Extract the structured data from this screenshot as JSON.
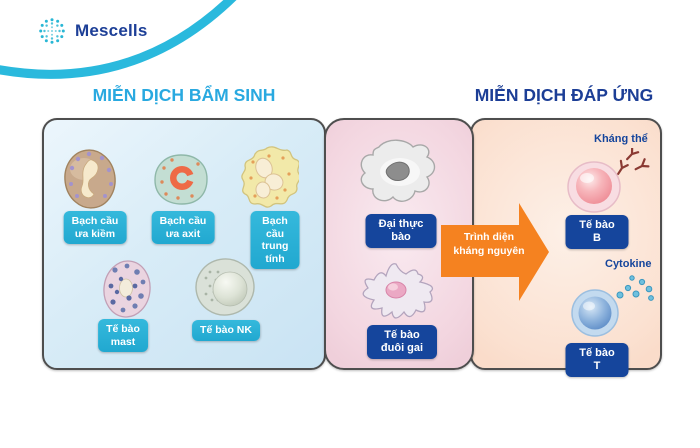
{
  "brand": {
    "name": "Mescells"
  },
  "headings": {
    "innate": "MIỄN DỊCH BẨM SINH",
    "adaptive": "MIỄN DỊCH ĐÁP ỨNG"
  },
  "arrow": {
    "label": "Trình diện\nkháng nguyên"
  },
  "innate_panel": {
    "cells": [
      {
        "name": "basophil",
        "label": "Bạch cầu\nưa kiềm"
      },
      {
        "name": "eosinophil",
        "label": "Bạch cầu\nưa axit"
      },
      {
        "name": "neutrophil",
        "label": "Bạch cầu\ntrung tính"
      },
      {
        "name": "mast-cell",
        "label": "Tế bào\nmast"
      },
      {
        "name": "nk-cell",
        "label": "Tế bào NK"
      }
    ]
  },
  "apc_panel": {
    "cells": [
      {
        "name": "macrophage",
        "label": "Đại thực bào"
      },
      {
        "name": "dendritic-cell",
        "label": "Tế bào đuôi gai"
      }
    ]
  },
  "adaptive_panel": {
    "annotations": {
      "antibody": "Kháng thể",
      "cytokine": "Cytokine"
    },
    "cells": [
      {
        "name": "b-cell",
        "label": "Tế bào B"
      },
      {
        "name": "t-cell",
        "label": "Tế bào T"
      }
    ]
  },
  "icons": {
    "logo": "dot-sphere-icon",
    "antibody": "antibody-y-icon",
    "cytokine": "cytokine-dots-icon"
  },
  "colors": {
    "brand_navy": "#1d3f97",
    "heading_cyan": "#29a9e0",
    "tag_cyan": "#2bb1d6",
    "tag_navy": "#15459c",
    "arrow_orange": "#f58220",
    "swoosh_cyan": "#2ab9dd"
  }
}
